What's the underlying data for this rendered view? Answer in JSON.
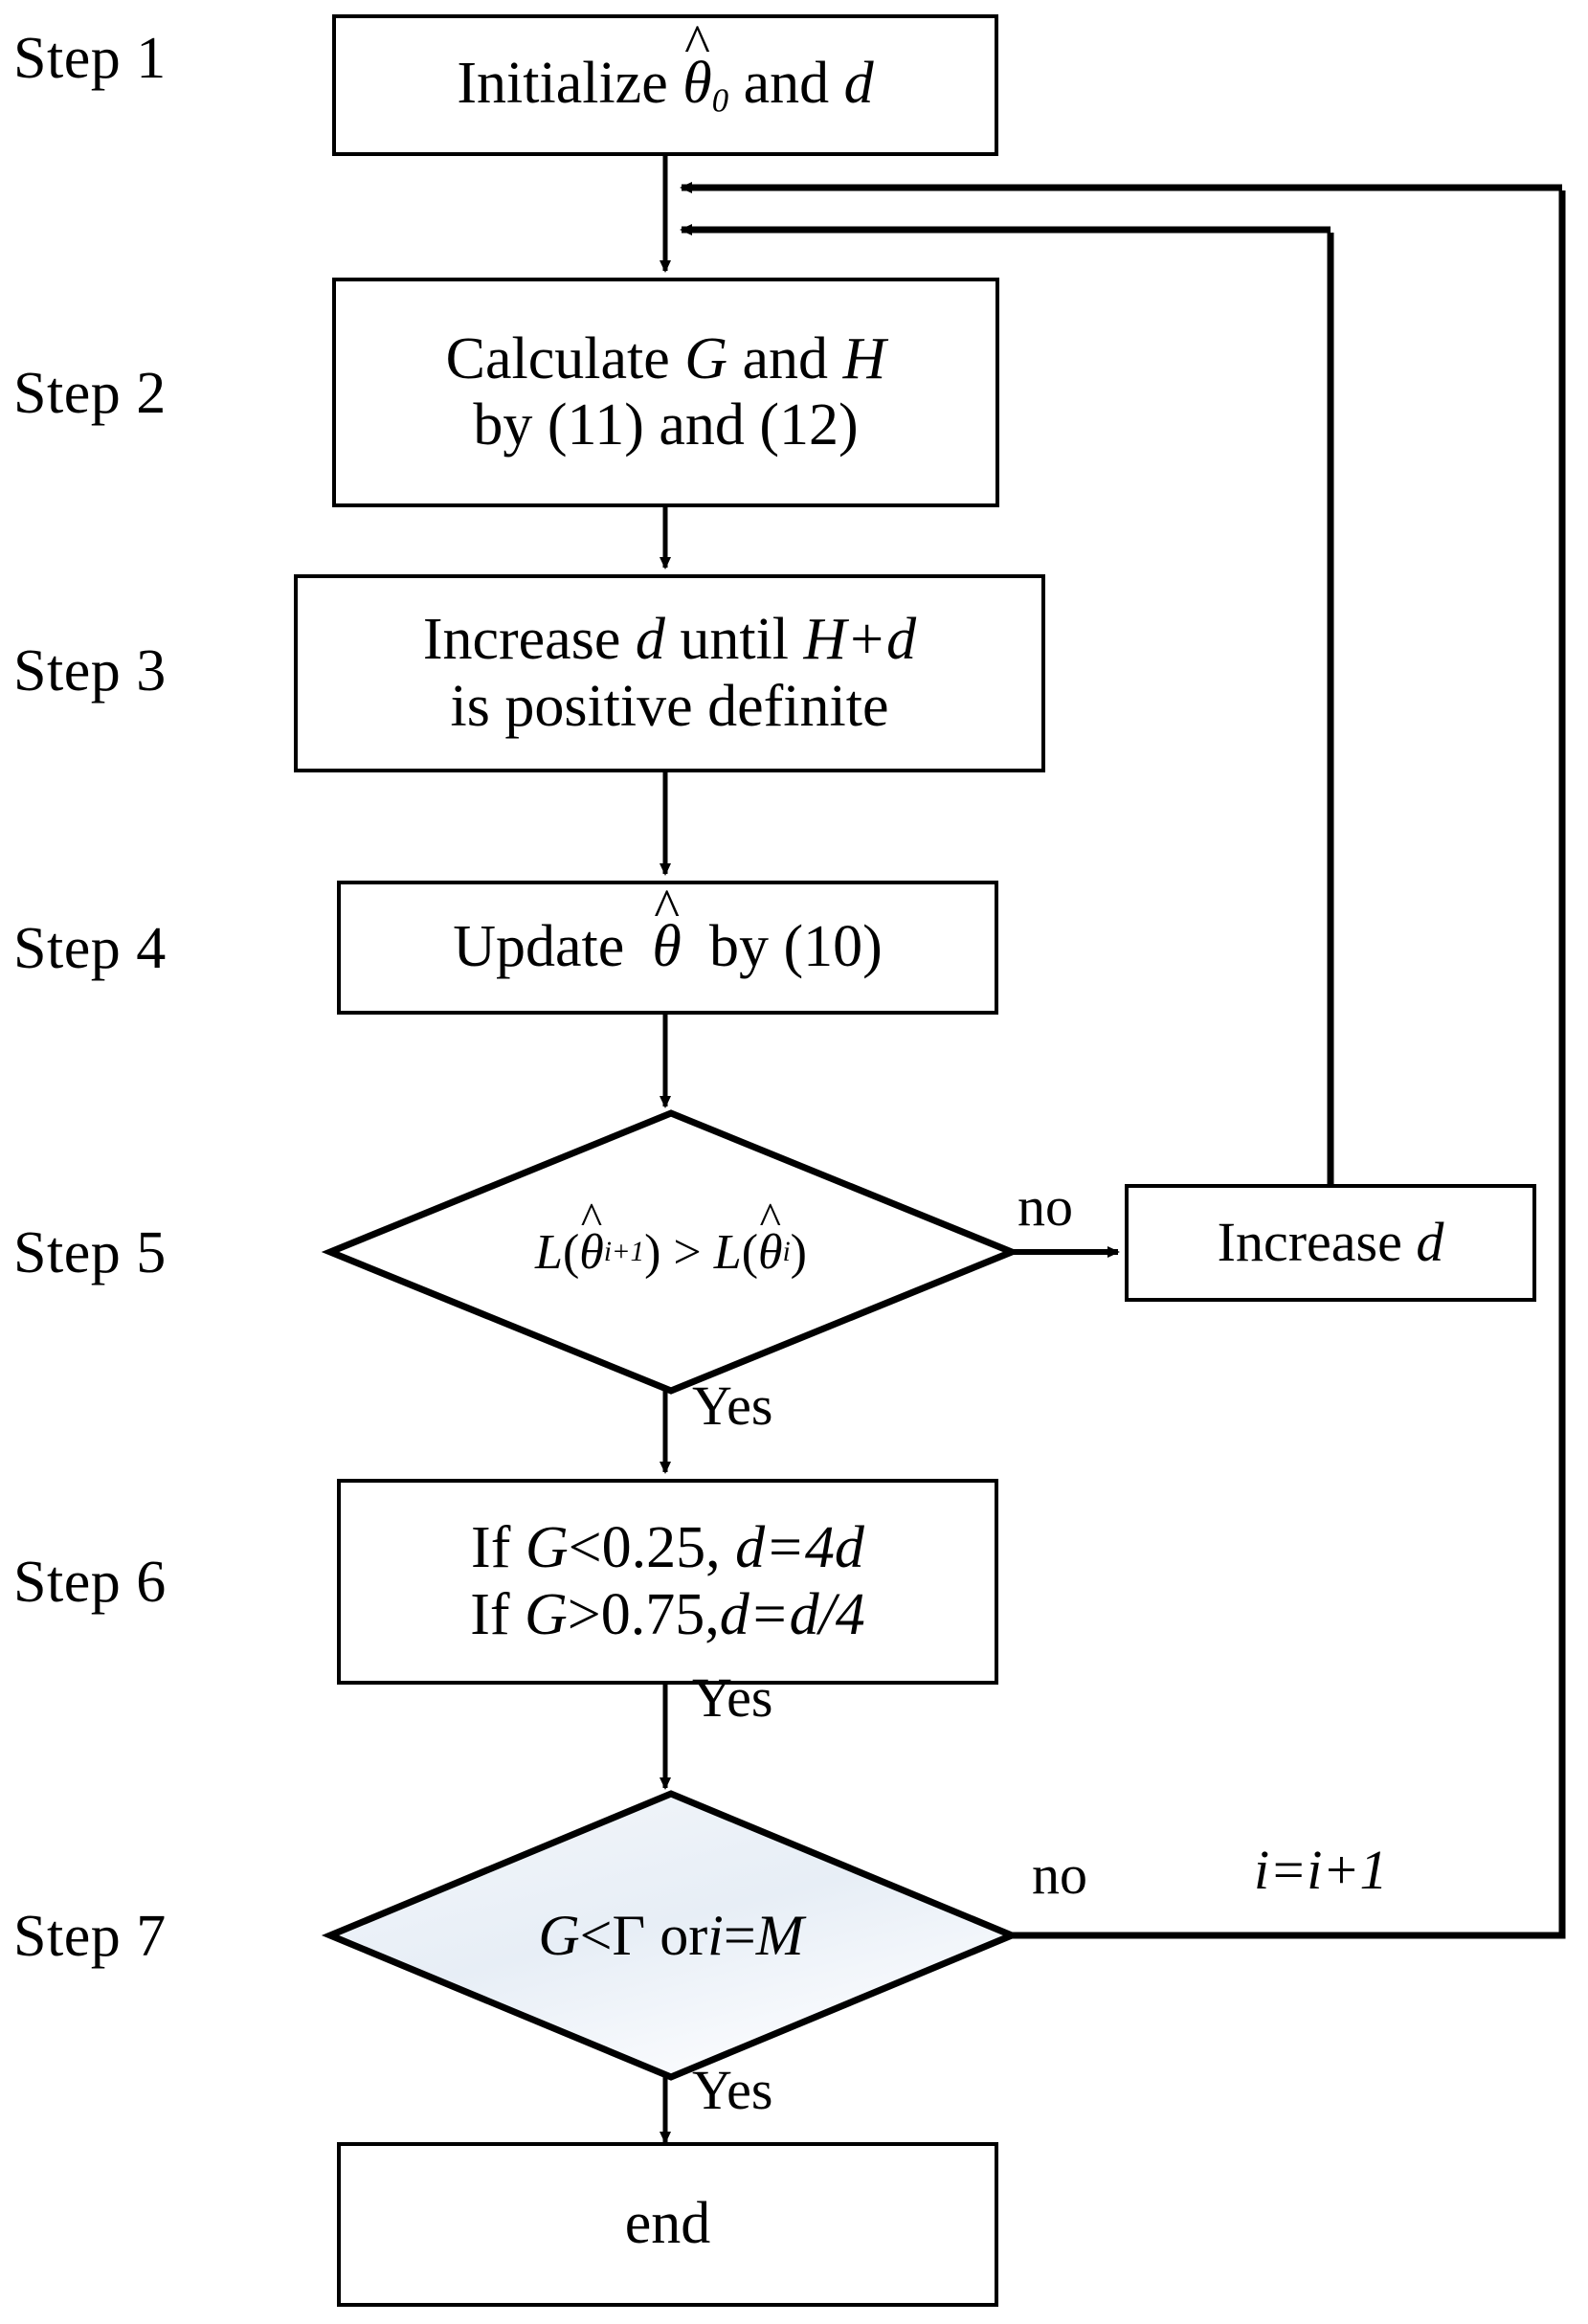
{
  "diagram": {
    "title": "Levenberg-Marquardt style iterative estimation flowchart",
    "line_color": "#000000",
    "background": "#ffffff",
    "decision_fill": "#eef2f7"
  },
  "steps": [
    {
      "id": "step1",
      "label": "Step 1"
    },
    {
      "id": "step2",
      "label": "Step 2"
    },
    {
      "id": "step3",
      "label": "Step 3"
    },
    {
      "id": "step4",
      "label": "Step 4"
    },
    {
      "id": "step5",
      "label": "Step 5"
    },
    {
      "id": "step6",
      "label": "Step 6"
    },
    {
      "id": "step7",
      "label": "Step 7"
    }
  ],
  "nodes": {
    "initialize": {
      "shape": "process",
      "line1_pre": "Initialize ",
      "theta": "θ",
      "hat": "^",
      "sub": "0",
      "line1_post": " and ",
      "d": "d",
      "plain": "Initialize θ̂0 and d"
    },
    "calculate": {
      "shape": "process",
      "line1_pre": "Calculate ",
      "G": "G",
      "line1_mid": " and ",
      "H": "H",
      "line2": "by (11) and (12)",
      "plain": "Calculate G and H by (11) and (12)"
    },
    "increase_d_until": {
      "shape": "process",
      "line1_pre": "Increase ",
      "d": "d",
      "line1_mid": " until ",
      "Hd": "H+d",
      "line2": "is positive definite",
      "plain": "Increase d until H+d is positive definite"
    },
    "update_theta": {
      "shape": "process",
      "pre": "Update ",
      "theta": "θ",
      "hat": "^",
      "post": " by (10)",
      "plain": "Update θ̂ by (10)"
    },
    "likelihood_check": {
      "shape": "decision",
      "lhs": "L(θ̂i+1)",
      "op": ">",
      "rhs": "L(θ̂i)",
      "plain": "L(θ̂i+1) > L(θ̂i)"
    },
    "increase_d": {
      "shape": "process",
      "pre": "Increase ",
      "d": "d",
      "plain": "Increase d"
    },
    "trust_region_update": {
      "shape": "process",
      "line1": "If G<0.25, d=4d",
      "line2": "If G>0.75,d=d/4",
      "line1_parts": {
        "if": "If ",
        "G": "G",
        "cmp": "<0.25, ",
        "assign": "d=4d"
      },
      "line2_parts": {
        "if": "If ",
        "G": "G",
        "cmp": ">0.75,",
        "assign": "d=d/4"
      }
    },
    "convergence_check": {
      "shape": "decision",
      "G": "G",
      "lt": "<",
      "gamma": "Γ",
      "or": " or ",
      "i": "i",
      "eq": "=",
      "M": "M",
      "plain": "G<Γ or i=M"
    },
    "end": {
      "shape": "process",
      "text": "end"
    }
  },
  "edge_labels": {
    "no_step5": "no",
    "yes_step5": "Yes",
    "yes_step6": "Yes",
    "no_step7": "no",
    "increment": "i=i+1",
    "yes_step7": "Yes"
  }
}
